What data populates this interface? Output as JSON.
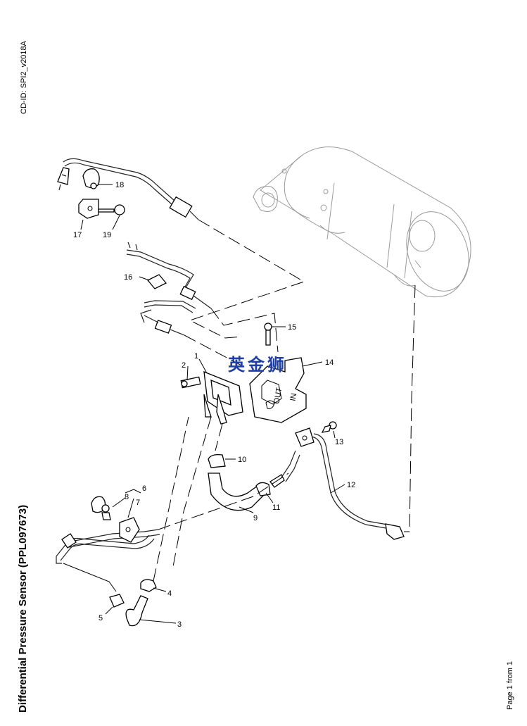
{
  "header": {
    "cd_id": "CD-ID: SPI2_v2018A"
  },
  "footer": {
    "title": "Differential Pressure Sensor (PPL097673)",
    "page": "Page 1 from 1"
  },
  "watermark": {
    "text": "英金狮",
    "color": "#1f3fa8"
  },
  "callouts": {
    "c1": "1",
    "c2": "2",
    "c3": "3",
    "c4": "4",
    "c5": "5",
    "c6": "6",
    "c7": "7",
    "c8": "8",
    "c9": "9",
    "c10": "10",
    "c11": "11",
    "c12": "12",
    "c13": "13",
    "c14": "14",
    "c15": "15",
    "c16": "16",
    "c17": "17",
    "c18": "18",
    "c19": "19"
  },
  "bracket_marks": {
    "out": "OUT",
    "in": "IN"
  }
}
